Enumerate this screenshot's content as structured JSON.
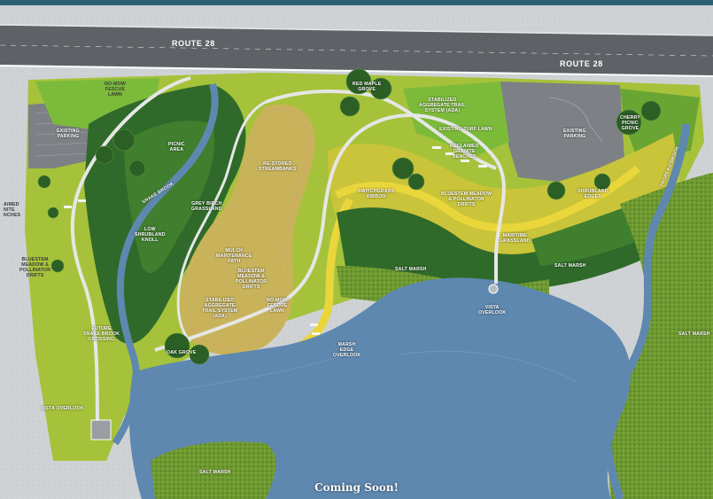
{
  "roads": [
    {
      "id": "route-28-west",
      "label": "ROUTE 28"
    },
    {
      "id": "route-28-east",
      "label": "ROUTE 28"
    }
  ],
  "labels": [
    {
      "id": "no-mow-fescue-lawn-north",
      "text": "NO-MOW\nFESCUE\nLAWN",
      "tone": "dark"
    },
    {
      "id": "existing-parking-west",
      "text": "EXISTING\nPARKING",
      "tone": "light"
    },
    {
      "id": "reclaimed-granite-benches-west",
      "text": "AIMED\nNITE\nNCHES",
      "tone": "dark"
    },
    {
      "id": "bluestem-meadow-west",
      "text": "BLUESTEM\nMEADOW &\nPOLLINATOR\nDRIFTS",
      "tone": "dark"
    },
    {
      "id": "future-snake-brook-crossing",
      "text": "FUTURE\nSNAKE BROOK\nCROSSING",
      "tone": "light"
    },
    {
      "id": "vista-overlook-west",
      "text": "VISTA OVERLOOK",
      "tone": "light"
    },
    {
      "id": "picnic-area",
      "text": "PICNIC\nAREA",
      "tone": "light"
    },
    {
      "id": "snake-brook",
      "text": "SNAKE BROOK",
      "tone": "light"
    },
    {
      "id": "restored-streambanks",
      "text": "RE-STORED\nSTREAMBANKS",
      "tone": "light"
    },
    {
      "id": "grey-birch-grassland",
      "text": "GREY BIRCH\nGRASSLAND",
      "tone": "light"
    },
    {
      "id": "low-shrubland-knoll",
      "text": "LOW\nSHRUBLAND\nKNOLL",
      "tone": "light"
    },
    {
      "id": "mulch-maintenance-path",
      "text": "MULCH\nMAINTENANCE\nPATH",
      "tone": "light"
    },
    {
      "id": "bluestem-meadow-center",
      "text": "BLUESTEM\nMEADOW &\nPOLLINATOR\nDRIFTS",
      "tone": "light"
    },
    {
      "id": "stabilized-trail-center",
      "text": "STABILIZED\nAGGREGATE\nTRAIL SYSTEM\n(ADA)",
      "tone": "light"
    },
    {
      "id": "no-mow-fescue-lawn-center",
      "text": "NO-MOW\nFESCUE\nLAWN",
      "tone": "light"
    },
    {
      "id": "oak-grove",
      "text": "OAK GROVE",
      "tone": "light"
    },
    {
      "id": "red-maple-grove",
      "text": "RED MAPLE\nGROVE",
      "tone": "light"
    },
    {
      "id": "stabilized-trail-north",
      "text": "STABILIZED\nAGGREGATE TRAIL\nSYSTEM (ADA)",
      "tone": "light"
    },
    {
      "id": "existing-turf-lawn",
      "text": "EXISTING TURF LAWN",
      "tone": "light"
    },
    {
      "id": "reclaimed-granite-benches",
      "text": "RECLAIMED\nGRANITE\nBENCHES",
      "tone": "light"
    },
    {
      "id": "switchgrass-ribbon",
      "text": "SWITCHGRASS\nRIBBON",
      "tone": "light"
    },
    {
      "id": "bluestem-meadow-east",
      "text": "BLUESTEM MEADOW\n& POLLINATOR\nDRIFTS",
      "tone": "light"
    },
    {
      "id": "maritime-grassland",
      "text": "MARITIME\nGRASSLAND",
      "tone": "light"
    },
    {
      "id": "salt-marsh-center",
      "text": "SALT MARSH",
      "tone": "light"
    },
    {
      "id": "vista-overlook-center",
      "text": "VISTA\nOVERLOOK",
      "tone": "light"
    },
    {
      "id": "marsh-edge-overlook",
      "text": "MARSH\nEDGE\nOVERLOOK",
      "tone": "light"
    },
    {
      "id": "existing-parking-east",
      "text": "EXISTING\nPARKING",
      "tone": "light"
    },
    {
      "id": "cherry-picnic-grove",
      "text": "CHERRY\nPICNIC\nGROVE",
      "tone": "light"
    },
    {
      "id": "thoreau-brook",
      "text": "THOREAU BROOK",
      "tone": "light"
    },
    {
      "id": "shrubland-edges",
      "text": "SHRUBLAND\nEDGES",
      "tone": "light"
    },
    {
      "id": "salt-marsh-east",
      "text": "SALT MARSH",
      "tone": "light"
    },
    {
      "id": "salt-marsh-far-east",
      "text": "SALT MARSH",
      "tone": "light"
    },
    {
      "id": "salt-marsh-south",
      "text": "SALT MARSH",
      "tone": "light"
    }
  ],
  "banner": "Coming Soon!",
  "colors": {
    "water": "#5f88b0",
    "meadow": "#c9c43a",
    "lawn": "#78b83a",
    "forest": "#2f6a2a",
    "path": "#e6e6e6",
    "road": "#5e6266",
    "switchgrass": "#e9d63a"
  }
}
